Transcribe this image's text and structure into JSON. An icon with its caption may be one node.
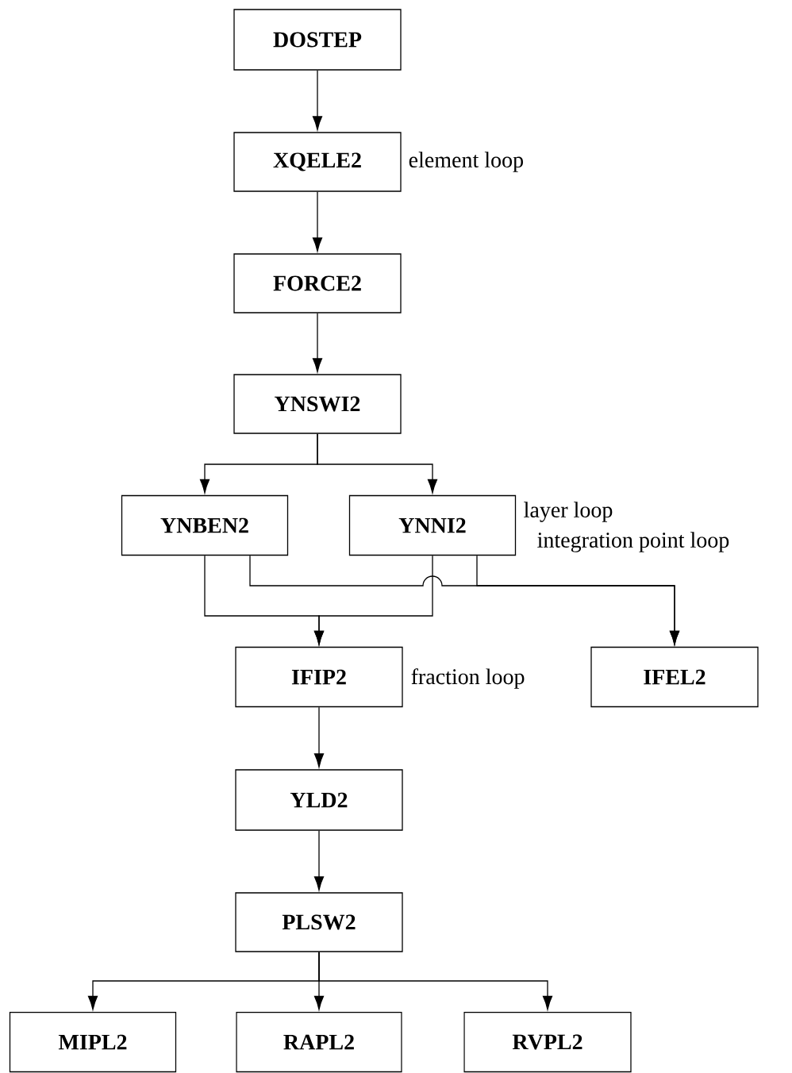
{
  "diagram": {
    "nodes": [
      {
        "text": [
          "DOSTEP"
        ]
      },
      {
        "text": [
          "XQELE2"
        ],
        "beside": [
          "element loop"
        ]
      },
      {
        "text": [
          "FORCE2"
        ]
      },
      {
        "text": [
          "YNSWI2"
        ]
      },
      {
        "text": [
          "YNBEN2"
        ]
      },
      {
        "text": [
          "YNNI2"
        ],
        "beside": [
          "layer loop",
          "integration point loop"
        ]
      },
      {
        "text": [
          "IFIP2"
        ],
        "beside": [
          "fraction loop"
        ]
      },
      {
        "text": [
          "IFEL2"
        ]
      },
      {
        "text": [
          "YLD2"
        ]
      },
      {
        "text": [
          "PLSW2"
        ]
      },
      {
        "text": [
          "MIPL2"
        ]
      },
      {
        "text": [
          "RAPL2"
        ]
      },
      {
        "text": [
          "RVPL2"
        ]
      }
    ],
    "edges": [
      {
        "from": 0,
        "to": 1,
        "arrow": "to"
      },
      {
        "from": 1,
        "to": 2,
        "arrow": "to"
      },
      {
        "from": 2,
        "to": 3,
        "arrow": "to"
      },
      {
        "from": 3,
        "to": 4,
        "arrow": "to"
      },
      {
        "from": 3,
        "to": 5,
        "arrow": "to"
      },
      {
        "from": 4,
        "to": 6,
        "arrow": "to"
      },
      {
        "from": 5,
        "to": 6,
        "arrow": "to"
      },
      {
        "from": 4,
        "to": 7,
        "arrow": "to"
      },
      {
        "from": 5,
        "to": 7,
        "arrow": "to"
      },
      {
        "from": 6,
        "to": 8,
        "arrow": "to"
      },
      {
        "from": 8,
        "to": 9,
        "arrow": "to"
      },
      {
        "from": 9,
        "to": 10,
        "arrow": "to"
      },
      {
        "from": 9,
        "to": 11,
        "arrow": "to"
      },
      {
        "from": 9,
        "to": 12,
        "arrow": "to"
      }
    ]
  }
}
